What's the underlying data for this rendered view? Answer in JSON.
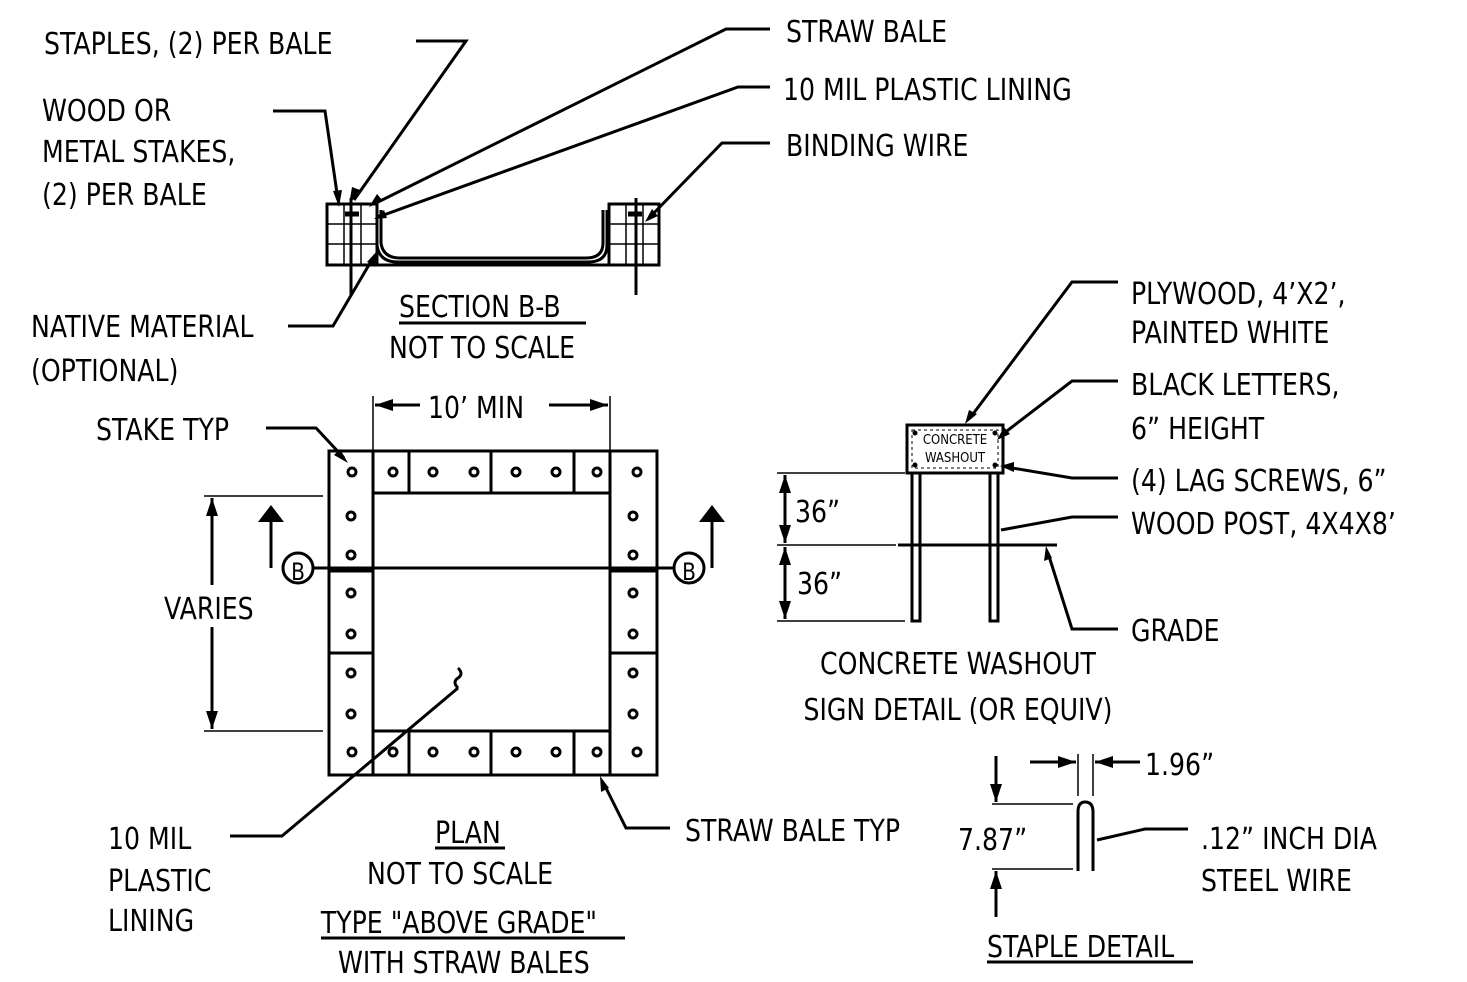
{
  "section": {
    "staples": "STAPLES, (2) PER BALE",
    "stakes_1": "WOOD OR",
    "stakes_2": "METAL STAKES,",
    "stakes_3": "(2) PER BALE",
    "straw_bale": "STRAW BALE",
    "plastic_lining": "10 MIL PLASTIC LINING",
    "binding_wire": "BINDING WIRE",
    "native_1": "NATIVE MATERIAL",
    "native_2": "(OPTIONAL)",
    "title": "SECTION B-B",
    "scale": "NOT TO SCALE"
  },
  "plan": {
    "stake_typ": "STAKE TYP",
    "dim_width": "10’ MIN",
    "varies": "VARIES",
    "section_mark": "B",
    "lining_1": "10 MIL",
    "lining_2": "PLASTIC",
    "lining_3": "LINING",
    "bale_typ": "STRAW BALE TYP",
    "title": "PLAN",
    "scale": "NOT TO SCALE",
    "type_1": "TYPE \"ABOVE GRADE\"",
    "type_2": "WITH STRAW BALES"
  },
  "sign": {
    "plywood_1": "PLYWOOD, 4’X2’,",
    "plywood_2": "PAINTED WHITE",
    "letters_1": "BLACK LETTERS,",
    "letters_2": "6” HEIGHT",
    "lag": "(4) LAG SCREWS, 6”",
    "post": "WOOD POST, 4X4X8’",
    "grade": "GRADE",
    "above": "36”",
    "below": "36”",
    "board_1": "CONCRETE",
    "board_2": "WASHOUT",
    "title_1": "CONCRETE WASHOUT",
    "title_2": "SIGN DETAIL (OR EQUIV)"
  },
  "staple": {
    "width": "1.96”",
    "height": "7.87”",
    "wire_1": ".12” INCH DIA",
    "wire_2": "STEEL WIRE",
    "title": "STAPLE DETAIL"
  }
}
